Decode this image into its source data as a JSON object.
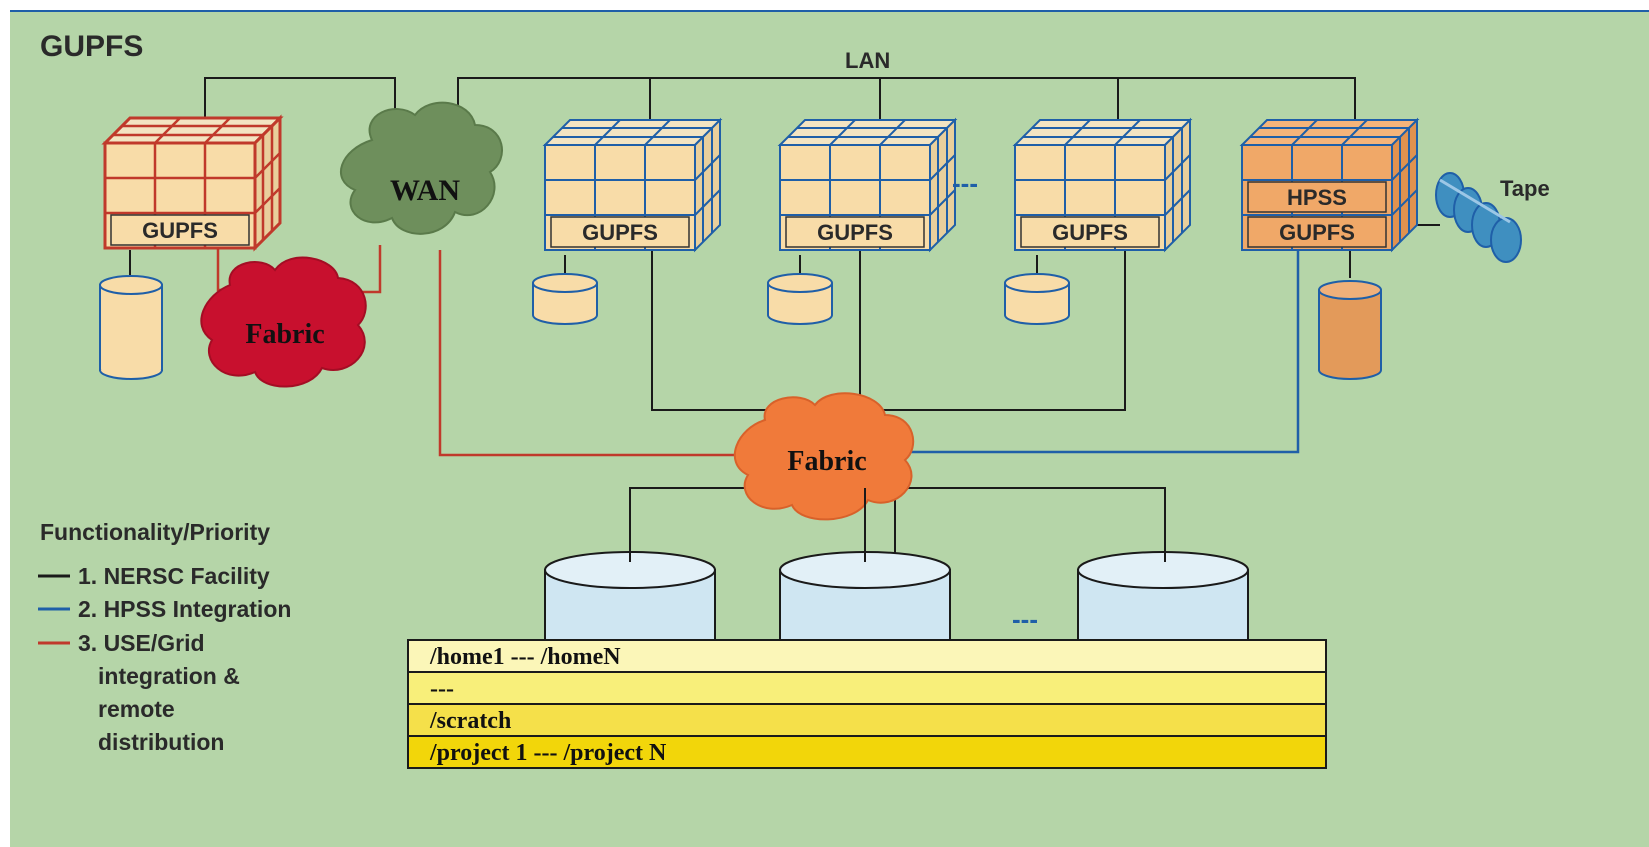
{
  "title": "GUPFS",
  "lan_label": "LAN",
  "wan_label": "WAN",
  "fabric_left_label": "Fabric",
  "fabric_center_label": "Fabric",
  "cluster_label": "GUPFS",
  "cluster_ellipsis": "---",
  "hpss_label": "HPSS",
  "hpss_gupfs_label": "GUPFS",
  "tape_label": "Tape",
  "disks_ellipsis": "---",
  "legend": {
    "title": "Functionality/Priority",
    "items": [
      {
        "text": "1. NERSC Facility",
        "color": "#1a1a1a"
      },
      {
        "text": "2. HPSS Integration",
        "color": "#1f5fa8"
      },
      {
        "text": "3. USE/Grid",
        "color": "#c0392b"
      }
    ],
    "continuation": [
      "integration &",
      "remote",
      "distribution"
    ]
  },
  "filesystems": [
    "/home1 --- /homeN",
    "---",
    "/scratch",
    "/project 1  --- /project N"
  ],
  "colors": {
    "background": "#b5d5a8",
    "nersc_line": "#1a1a1a",
    "hpss_line": "#1f5fa8",
    "grid_line": "#c0392b",
    "cube_face": "#f8dca8",
    "hpss_face": "#f0a868",
    "wan_cloud": "#6e8f5c",
    "fabric_left": "#c8102e",
    "fabric_center": "#f07a3a"
  }
}
